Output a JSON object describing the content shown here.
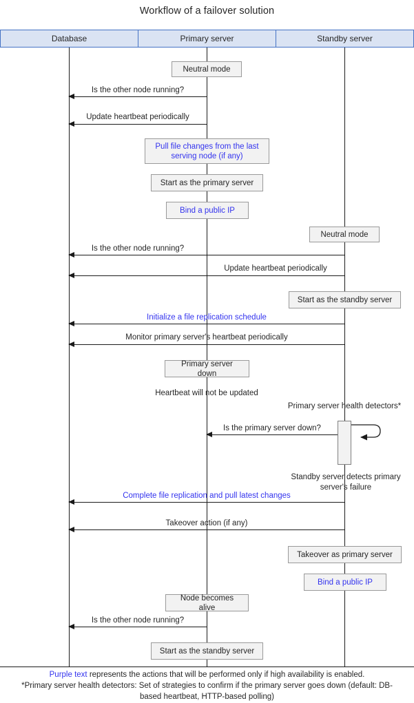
{
  "title": "Workflow of a failover solution",
  "theme": {
    "header_fill": "#dae3f3",
    "header_stroke": "#4472c4",
    "box_fill": "#f2f2f2",
    "box_stroke": "#999999",
    "line": "#1a1a1a",
    "ha_text": "#3333ee",
    "text": "#262626"
  },
  "lanes": [
    {
      "id": "database",
      "label": "Database"
    },
    {
      "id": "primary",
      "label": "Primary server"
    },
    {
      "id": "standby",
      "label": "Standby server"
    }
  ],
  "states": {
    "primary_neutral_mode": "Neutral mode",
    "primary_pull_file_changes": "Pull file changes from the last serving node (if any)",
    "primary_start_as_primary": "Start as the primary server",
    "primary_bind_public_ip": "Bind a public IP",
    "standby_neutral_mode": "Neutral mode",
    "standby_start_as_standby": "Start as the standby server",
    "primary_server_down": "Primary server down",
    "standby_takeover_as_primary": "Takeover as primary server",
    "standby_bind_public_ip": "Bind a public IP",
    "primary_node_becomes_alive": "Node becomes alive",
    "primary_start_as_standby": "Start as the standby server"
  },
  "messages": {
    "m1": "Is the other node running?",
    "m2": "Update heartbeat periodically",
    "m3": "Is the other node running?",
    "m4": "Update heartbeat periodically",
    "m5": "Initialize a file replication schedule",
    "m6": "Monitor primary server's heartbeat periodically",
    "m7": "Is the primary server down?",
    "m8": "Complete file replication and pull latest changes",
    "m9": "Takeover action (if any)",
    "m10": "Is the other node running?"
  },
  "notes": {
    "heartbeat_not_updated": "Heartbeat will not be updated",
    "health_detectors": "Primary server health detectors*",
    "standby_detects_failure": "Standby server detects primary server's failure"
  },
  "footer": {
    "purple_label": "Purple text",
    "legend_rest": " represents the actions that will be performed only if high availability is enabled.",
    "detectors_note": "*Primary server health detectors: Set of strategies to confirm if the primary server goes down (default: DB-based heartbeat, HTTP-based polling)"
  }
}
